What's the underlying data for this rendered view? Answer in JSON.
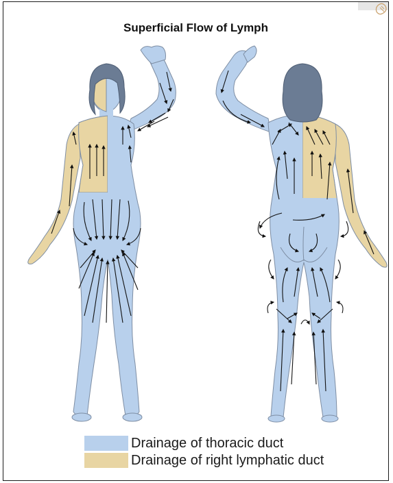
{
  "title": "Superficial Flow of Lymph",
  "colors": {
    "thoracic": "#b8d0ec",
    "right_lymphatic": "#e8d5a3",
    "skin_outline": "#7d8da3",
    "arrow": "#111111",
    "hair": "#6b7c94"
  },
  "legend": [
    {
      "label": "Drainage of thoracic duct",
      "color": "#b8d0ec"
    },
    {
      "label": "Drainage of right lymphatic duct",
      "color": "#e8d5a3"
    }
  ]
}
